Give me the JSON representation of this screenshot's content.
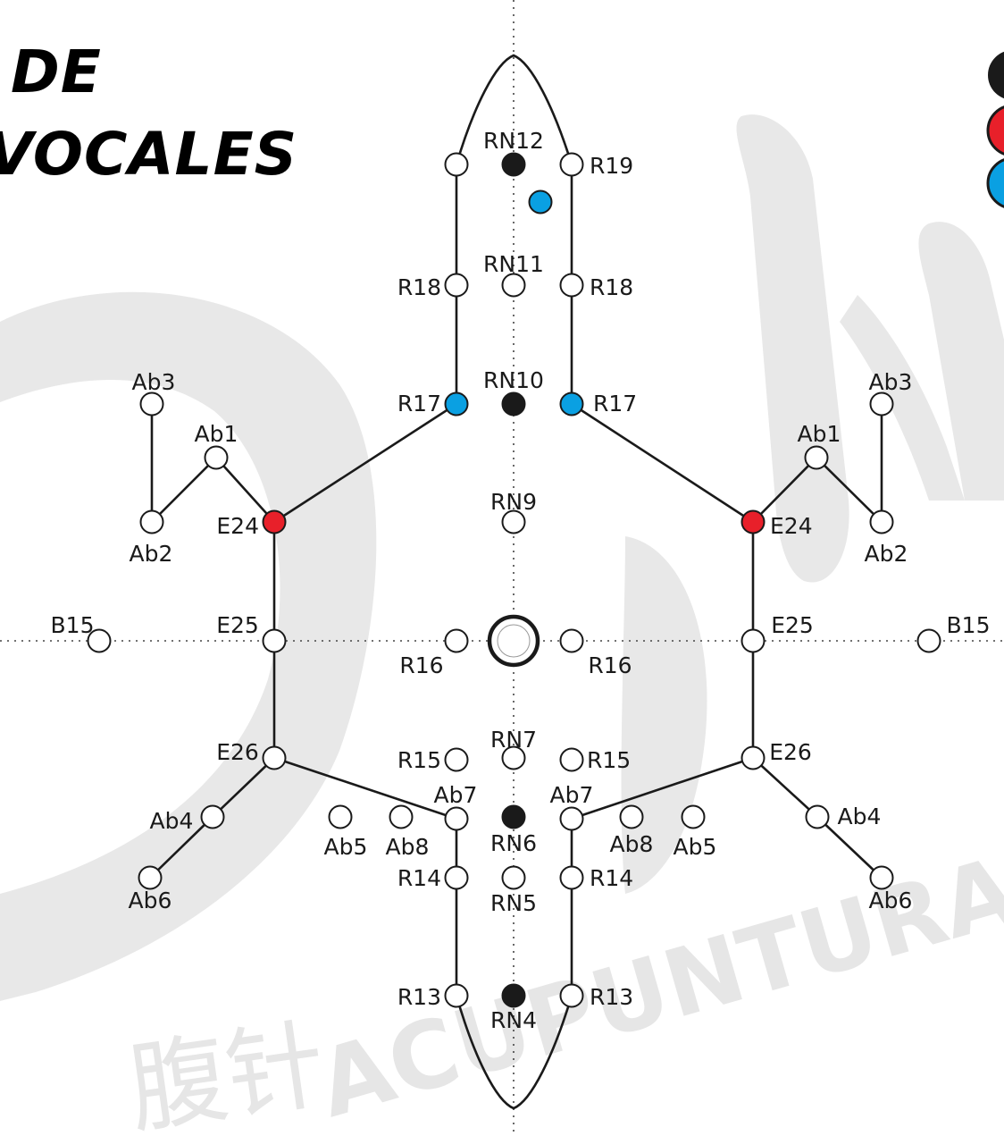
{
  "title": {
    "line1": "DE",
    "line2": "VOCALES"
  },
  "watermark": {
    "chinese": "腹针",
    "latin": "ACUPUNTURA ABD"
  },
  "colors": {
    "black_point": "#1a1a1a",
    "red_point": "#e8202a",
    "blue_point": "#0aa0e2",
    "open_point": "#ffffff",
    "line": "#1a1a1a",
    "watermark": "#e6e6e6"
  },
  "legend": [
    {
      "color": "black",
      "label": ""
    },
    {
      "color": "red",
      "label": ""
    },
    {
      "color": "blue",
      "label": ""
    }
  ],
  "points": [
    {
      "id": "rn12",
      "label": "RN12",
      "fill": "black"
    },
    {
      "id": "blue-upper",
      "label": "",
      "fill": "blue"
    },
    {
      "id": "r19-left",
      "label": "",
      "fill": "white"
    },
    {
      "id": "r19-right",
      "label": "R19",
      "fill": "white"
    },
    {
      "id": "rn11",
      "label": "RN11",
      "fill": "white"
    },
    {
      "id": "r18-left",
      "label": "R18",
      "fill": "white"
    },
    {
      "id": "r18-right",
      "label": "R18",
      "fill": "white"
    },
    {
      "id": "rn10",
      "label": "RN10",
      "fill": "black"
    },
    {
      "id": "r17-left",
      "label": "R17",
      "fill": "blue"
    },
    {
      "id": "r17-right",
      "label": "R17",
      "fill": "blue"
    },
    {
      "id": "rn9",
      "label": "RN9",
      "fill": "white"
    },
    {
      "id": "e24-left",
      "label": "E24",
      "fill": "red"
    },
    {
      "id": "e24-right",
      "label": "E24",
      "fill": "red"
    },
    {
      "id": "ab3-left",
      "label": "Ab3",
      "fill": "white"
    },
    {
      "id": "ab3-right",
      "label": "Ab3",
      "fill": "white"
    },
    {
      "id": "ab1-left",
      "label": "Ab1",
      "fill": "white"
    },
    {
      "id": "ab1-right",
      "label": "Ab1",
      "fill": "white"
    },
    {
      "id": "ab2-left",
      "label": "Ab2",
      "fill": "white"
    },
    {
      "id": "ab2-right",
      "label": "Ab2",
      "fill": "white"
    },
    {
      "id": "b15-left",
      "label": "B15",
      "fill": "white"
    },
    {
      "id": "b15-right",
      "label": "B15",
      "fill": "white"
    },
    {
      "id": "e25-left",
      "label": "E25",
      "fill": "white"
    },
    {
      "id": "e25-right",
      "label": "E25",
      "fill": "white"
    },
    {
      "id": "r16-left",
      "label": "R16",
      "fill": "white"
    },
    {
      "id": "r16-right",
      "label": "R16",
      "fill": "white"
    },
    {
      "id": "e26-left",
      "label": "E26",
      "fill": "white"
    },
    {
      "id": "e26-right",
      "label": "E26",
      "fill": "white"
    },
    {
      "id": "rn7",
      "label": "RN7",
      "fill": "white"
    },
    {
      "id": "r15-left",
      "label": "R15",
      "fill": "white"
    },
    {
      "id": "r15-right",
      "label": "R15",
      "fill": "white"
    },
    {
      "id": "ab7-left",
      "label": "Ab7",
      "fill": "white"
    },
    {
      "id": "ab7-right",
      "label": "Ab7",
      "fill": "white"
    },
    {
      "id": "rn6",
      "label": "RN6",
      "fill": "black"
    },
    {
      "id": "ab5-left",
      "label": "Ab5",
      "fill": "white"
    },
    {
      "id": "ab5-right",
      "label": "Ab5",
      "fill": "white"
    },
    {
      "id": "ab8-left",
      "label": "Ab8",
      "fill": "white"
    },
    {
      "id": "ab8-right",
      "label": "Ab8",
      "fill": "white"
    },
    {
      "id": "ab4-left",
      "label": "Ab4",
      "fill": "white"
    },
    {
      "id": "ab4-right",
      "label": "Ab4",
      "fill": "white"
    },
    {
      "id": "ab6-left",
      "label": "Ab6",
      "fill": "white"
    },
    {
      "id": "ab6-right",
      "label": "Ab6",
      "fill": "white"
    },
    {
      "id": "rn5",
      "label": "RN5",
      "fill": "white"
    },
    {
      "id": "r14-left",
      "label": "R14",
      "fill": "white"
    },
    {
      "id": "r14-right",
      "label": "R14",
      "fill": "white"
    },
    {
      "id": "r13-left",
      "label": "R13",
      "fill": "white"
    },
    {
      "id": "r13-right",
      "label": "R13",
      "fill": "white"
    },
    {
      "id": "rn4",
      "label": "RN4",
      "fill": "black"
    }
  ]
}
